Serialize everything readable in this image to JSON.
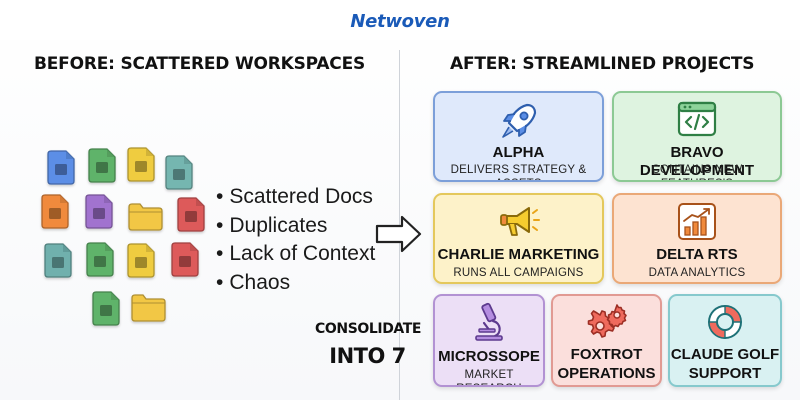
{
  "logo": {
    "text": "Netwoven",
    "color": "#1a5ab8"
  },
  "before": {
    "title": "BEFORE: SCATTERED WORKSPACES",
    "bullets": [
      "Scattered Docs",
      "Duplicates",
      "Lack of Context",
      "Chaos"
    ],
    "file_icons": [
      {
        "kind": "doc",
        "color": "#5b8ee6"
      },
      {
        "kind": "doc",
        "color": "#5fb36a"
      },
      {
        "kind": "doc",
        "color": "#efcc3f"
      },
      {
        "kind": "doc",
        "color": "#74b6b0"
      },
      {
        "kind": "doc",
        "color": "#f08a3c"
      },
      {
        "kind": "doc",
        "color": "#a173cf"
      },
      {
        "kind": "folder",
        "color": "#f2c745"
      },
      {
        "kind": "doc",
        "color": "#dd5a5a"
      },
      {
        "kind": "doc",
        "color": "#6fb0ad"
      },
      {
        "kind": "doc",
        "color": "#5fb36a"
      },
      {
        "kind": "doc",
        "color": "#efcc3f"
      },
      {
        "kind": "doc",
        "color": "#dd5a5a"
      },
      {
        "kind": "doc",
        "color": "#5fb36a"
      },
      {
        "kind": "folder",
        "color": "#f2c745"
      }
    ]
  },
  "after": {
    "title": "AFTER: STREAMLINED PROJECTS",
    "consolidate_line1": "CONSOLIDATE",
    "consolidate_line2": "INTO 7",
    "projects": [
      {
        "name": "ALPHA",
        "desc": "DELIVERS STRATEGY & ASSETS",
        "icon": "rocket-icon",
        "color": "#4a78c9"
      },
      {
        "name": "BRAVO DEVELOPMENT",
        "desc": "CONTAINS NEW FEATURES'S",
        "icon": "code-window-icon",
        "color": "#3f9b53"
      },
      {
        "name": "CHARLIE MARKETING",
        "desc": "RUNS ALL CAMPAIGNS",
        "icon": "megaphone-icon",
        "color": "#e9b418"
      },
      {
        "name": "DELTA RTS",
        "desc": "DATA ANALYTICS",
        "icon": "bar-chart-icon",
        "color": "#e07a2e"
      },
      {
        "name": "MICROSSOPE",
        "desc": "MARKET RESEARCH",
        "icon": "microscope-icon",
        "color": "#8b5cc7"
      },
      {
        "name_line1": "FOXTROT",
        "name_line2": "OPERATIONS",
        "icon": "gears-icon",
        "color": "#e05548"
      },
      {
        "name_line1": "CLAUDE GOLF",
        "name_line2": "SUPPORT",
        "icon": "lifebuoy-icon",
        "color": "#3aa6ad"
      }
    ]
  }
}
